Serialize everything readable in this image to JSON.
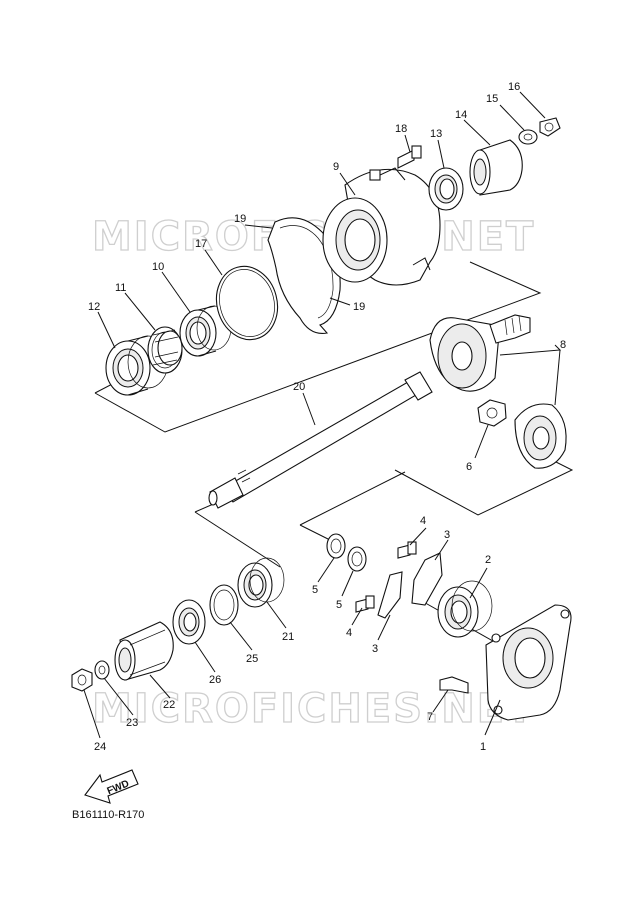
{
  "diagram": {
    "watermark": "MICROFICHES.NET",
    "fwd_label": "FWD",
    "figure_code": "B161110-R170",
    "callouts": {
      "c1": "1",
      "c2": "2",
      "c3a": "3",
      "c3b": "3",
      "c4a": "4",
      "c4b": "4",
      "c5a": "5",
      "c5b": "5",
      "c6": "6",
      "c7": "7",
      "c8": "8",
      "c9": "9",
      "c10": "10",
      "c11": "11",
      "c12": "12",
      "c13": "13",
      "c14": "14",
      "c15": "15",
      "c16": "16",
      "c17": "17",
      "c18": "18",
      "c19a": "19",
      "c19b": "19",
      "c20": "20",
      "c21": "21",
      "c22": "22",
      "c23": "23",
      "c24": "24",
      "c25": "25",
      "c26": "26"
    }
  }
}
